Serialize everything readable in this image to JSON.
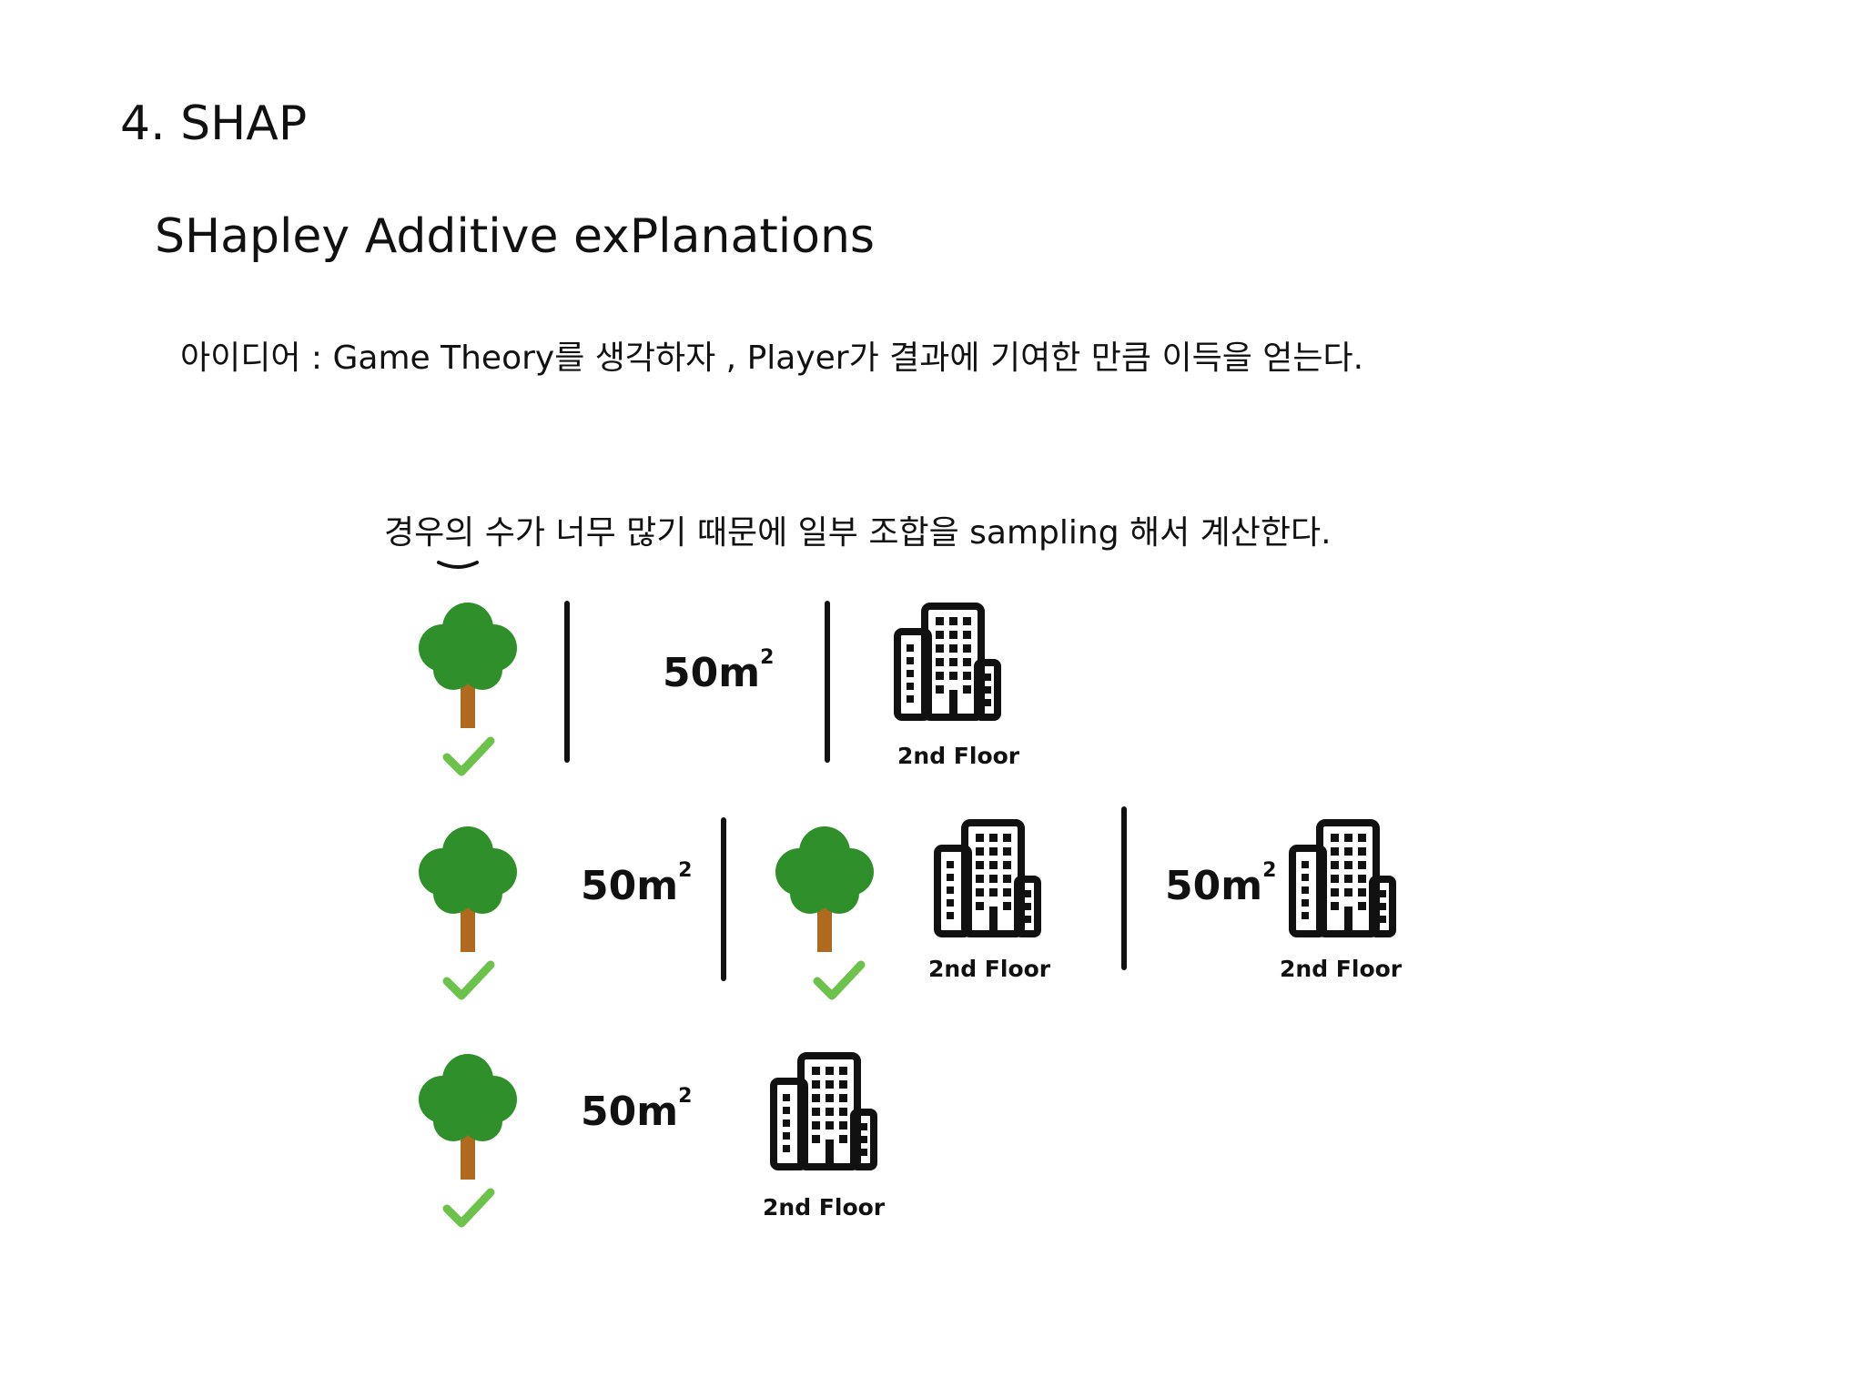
{
  "section_title": "4. SHAP",
  "subtitle": "SHapley Additive exPlanations",
  "idea": "아이디어 : Game Theory를 생각하자 , Player가 결과에 기여한 만큼 이득을 얻는다.",
  "note": "경우의 수가 너무 많기 때문에 일부 조합을 sampling 해서 계산한다.",
  "illustration": {
    "area_value": "50m",
    "area_superscript": "2",
    "floor_label": "2nd Floor",
    "icons": [
      "tree-icon",
      "check-icon",
      "building-icon"
    ],
    "colors": {
      "tree_leaves": "#2f8f2a",
      "tree_trunk": "#b06a1f",
      "check": "#6cc24a",
      "ink": "#111111"
    }
  }
}
